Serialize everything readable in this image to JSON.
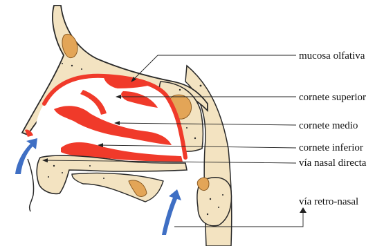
{
  "labels": {
    "olfactory_mucosa": "mucosa olfativa",
    "superior_turbinate": "cornete superior",
    "middle_turbinate": "cornete medio",
    "inferior_turbinate": "cornete inferior",
    "direct_nasal_route": "vía nasal directa",
    "retronasal_route": "vía retro-nasal"
  },
  "colors": {
    "bone_fill": "#f3e3c1",
    "bone_stroke": "#2a2a2a",
    "mucosa": "#f03a2a",
    "sinus": "#e3a557",
    "airflow_arrow": "#3f6fc4",
    "leader": "#222222"
  },
  "icons": [
    "airflow-arrow-icon",
    "leader-arrowhead-icon"
  ]
}
